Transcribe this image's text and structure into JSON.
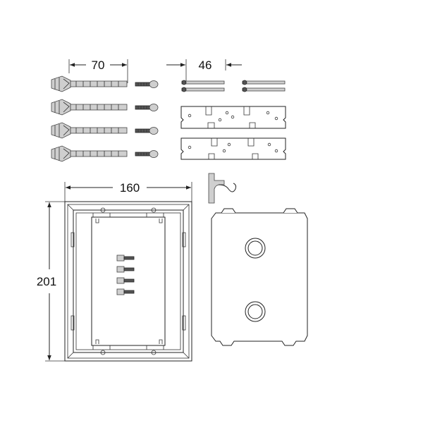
{
  "dimensions": {
    "anchor_length": "70",
    "spacing": "46",
    "frame_width": "160",
    "frame_height": "201"
  },
  "colors": {
    "line": "#222222",
    "fill_light": "#cfcfcf",
    "fill_dark": "#555555",
    "background": "#ffffff"
  }
}
